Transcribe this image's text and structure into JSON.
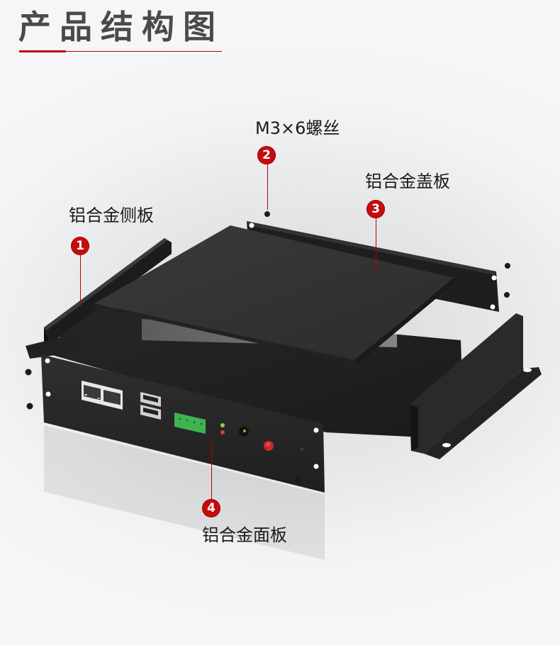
{
  "header": {
    "title": "产品结构图",
    "accent_color": "#c00000"
  },
  "callouts": [
    {
      "number": "1",
      "label": "铝合金侧板"
    },
    {
      "number": "2",
      "label": "M3×6螺丝"
    },
    {
      "number": "3",
      "label": "铝合金盖板"
    },
    {
      "number": "4",
      "label": "铝合金面板"
    }
  ],
  "colors": {
    "marker": "#c30d0d",
    "part_dark": "#2a2a2a",
    "background": "#f5f6f8",
    "terminal_green": "#3fb34f"
  }
}
